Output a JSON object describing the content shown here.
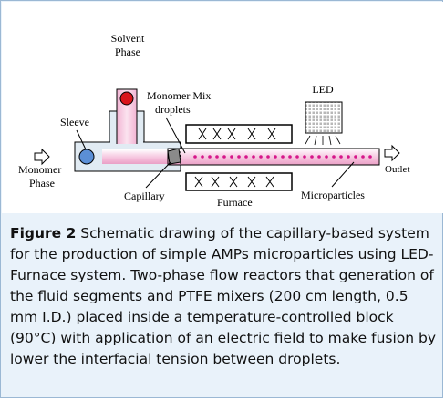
{
  "labels": {
    "solvent_phase_line1": "Solvent",
    "solvent_phase_line2": "Phase",
    "monomer_mix_line1": "Monomer Mix",
    "monomer_mix_line2": "droplets",
    "led": "LED",
    "sleeve": "Sleeve",
    "monomer_phase_line1": "Monomer",
    "monomer_phase_line2": "Phase",
    "outlet": "Outlet",
    "capillary": "Capillary",
    "furnace": "Furnace",
    "microparticles": "Microparticles"
  },
  "caption": {
    "figure_label": "Figure 2",
    "text": " Schematic drawing of the capillary-based system for the production of simple AMPs microparticles using LED-Furnace system. Two-phase flow reactors that generation of the fluid segments and PTFE mixers (200 cm length, 0.5 mm I.D.) placed inside a temperature-controlled block (90°C) with application of an electric field to make fusion by lower the interfacial tension between droplets."
  },
  "colors": {
    "panel_border": "#9bb8d4",
    "panel_bg": "#e9f2fa",
    "tube_pink": "#f6c6df",
    "droplet_magenta": "#d6168a",
    "sleeve_blue": "#5b8fd6",
    "droplet_red": "#d9151b"
  }
}
